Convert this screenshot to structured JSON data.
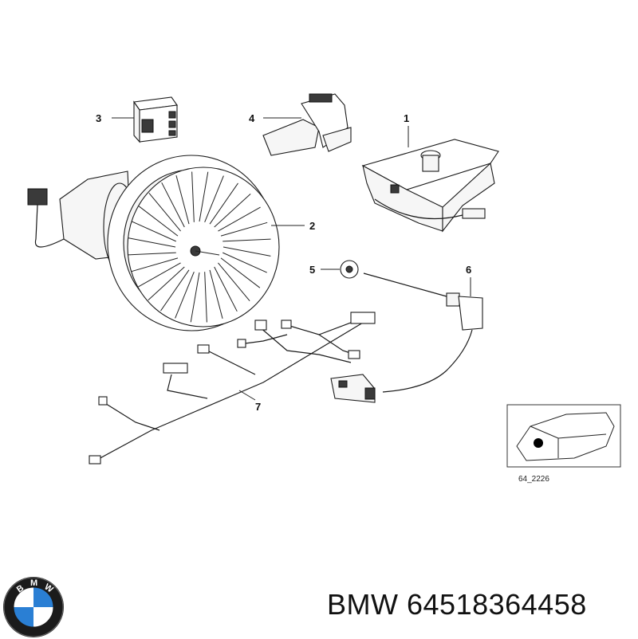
{
  "diagram": {
    "callouts": [
      {
        "id": "1",
        "label": "1"
      },
      {
        "id": "2",
        "label": "2"
      },
      {
        "id": "3",
        "label": "3"
      },
      {
        "id": "4",
        "label": "4"
      },
      {
        "id": "5",
        "label": "5"
      },
      {
        "id": "6",
        "label": "6"
      },
      {
        "id": "7",
        "label": "7"
      }
    ],
    "reference_code": "64_2226"
  },
  "caption": {
    "brand": "BMW",
    "part_number": "64518364458"
  },
  "logo": {
    "letters": "BMW",
    "colors": {
      "ring": "#1b1b1b",
      "blue": "#2a7fd4",
      "white": "#ffffff"
    }
  }
}
